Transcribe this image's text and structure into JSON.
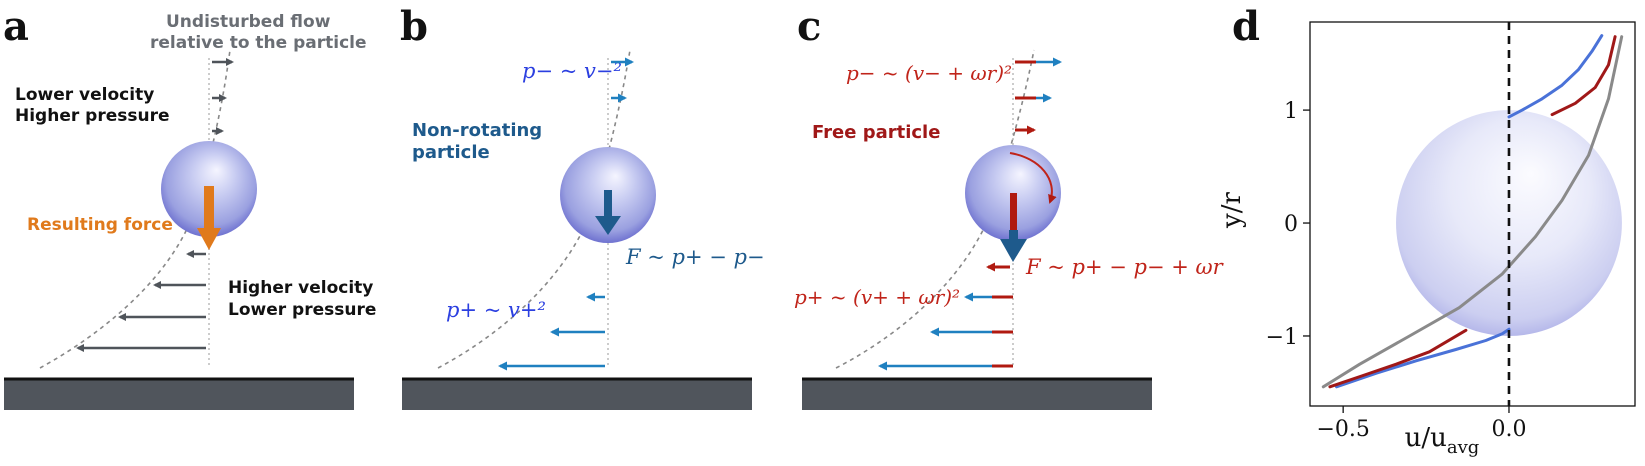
{
  "panels": {
    "a": {
      "letter": "a",
      "flow_note": [
        "Undisturbed flow",
        "relative to the particle"
      ],
      "top_text": [
        "Lower velocity",
        "Higher pressure"
      ],
      "force_text": "Resulting force",
      "bottom_text": [
        "Higher velocity",
        "Lower pressure"
      ]
    },
    "b": {
      "letter": "b",
      "title": [
        "Non-rotating",
        "particle"
      ],
      "p_minus": "p− ~ v−²",
      "force": "F ~ p+ − p−",
      "p_plus": "p+ ~ v+²"
    },
    "c": {
      "letter": "c",
      "title": "Free particle",
      "p_minus": "p− ~ (v− + ωr)²",
      "force": "F ~ p+ − p− + ωr",
      "p_plus": "p+ ~ (v+ + ωr)²"
    },
    "d": {
      "letter": "d"
    }
  },
  "colors": {
    "black_text": "#111111",
    "orange": "#e07a1c",
    "blue_dark": "#1e5a8c",
    "arrow_blue": "#1f80c0",
    "red": "#b01a10",
    "label_blue": "#2b3fe0",
    "label_red": "#c0241a",
    "gray_arrow": "#4f545a",
    "ground": "#50555c",
    "curve_blue": "#4a72d8",
    "curve_red": "#a01818",
    "curve_gray": "#8a8a8a"
  },
  "chart_data": {
    "type": "line",
    "xlabel": "u/u",
    "xlabel_sub": "avg",
    "ylabel": "y/r",
    "xlim": [
      -0.6,
      0.38
    ],
    "ylim": [
      -1.62,
      1.78
    ],
    "xticks": [
      -0.5,
      0.0
    ],
    "xtick_labels": [
      "−0.5",
      "0.0"
    ],
    "yticks": [
      -1,
      0,
      1
    ],
    "ytick_labels": [
      "−1",
      "0",
      "1"
    ],
    "zero_line_x": 0.0,
    "sphere": {
      "cx": 0.0,
      "cy": 0.0,
      "r": 1.0
    },
    "series": [
      {
        "color": "#4a72d8",
        "segments": [
          {
            "x": [
              -0.52,
              -0.4,
              -0.28,
              -0.16,
              -0.07,
              -0.02,
              0.0
            ],
            "y": [
              -1.45,
              -1.33,
              -1.22,
              -1.12,
              -1.04,
              -0.98,
              -0.94
            ]
          },
          {
            "x": [
              0.0,
              0.04,
              0.1,
              0.16,
              0.21,
              0.25,
              0.28
            ],
            "y": [
              0.94,
              1.0,
              1.1,
              1.22,
              1.36,
              1.52,
              1.66
            ]
          }
        ]
      },
      {
        "color": "#a01818",
        "segments": [
          {
            "x": [
              -0.54,
              -0.44,
              -0.34,
              -0.24,
              -0.13
            ],
            "y": [
              -1.45,
              -1.35,
              -1.25,
              -1.14,
              -0.95
            ]
          },
          {
            "x": [
              0.13,
              0.2,
              0.26,
              0.3,
              0.32
            ],
            "y": [
              0.96,
              1.06,
              1.2,
              1.4,
              1.65
            ]
          }
        ]
      },
      {
        "color": "#8a8a8a",
        "segments": [
          {
            "x": [
              -0.56,
              -0.45,
              -0.3,
              -0.15,
              -0.02,
              0.08,
              0.16,
              0.24,
              0.3,
              0.34
            ],
            "y": [
              -1.45,
              -1.25,
              -1.0,
              -0.75,
              -0.45,
              -0.12,
              0.2,
              0.6,
              1.1,
              1.65
            ]
          }
        ]
      }
    ]
  }
}
